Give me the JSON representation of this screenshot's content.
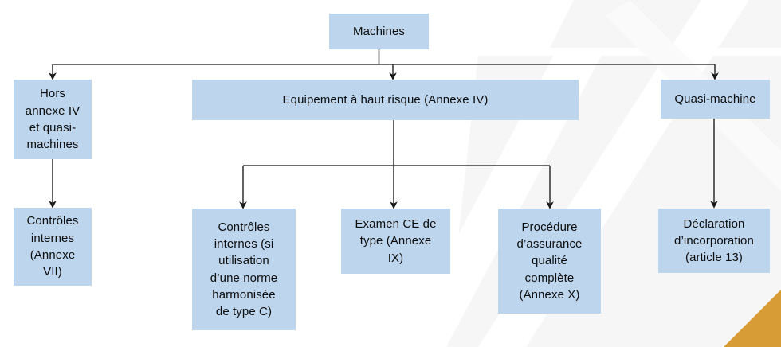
{
  "diagram": {
    "title_node": {
      "id": "machines",
      "label": "Machines"
    },
    "level2": [
      {
        "id": "hors",
        "label": "Hors\nannexe IV\net  quasi-\nmachines"
      },
      {
        "id": "equip",
        "label": "Equipement à haut risque (Annexe IV)"
      },
      {
        "id": "quasi",
        "label": "Quasi-machine"
      }
    ],
    "level3": [
      {
        "id": "ctrl-int",
        "label": "Contrôles\ninternes\n(Annexe\nVII)"
      },
      {
        "id": "ctrl-norme",
        "label": "Contrôles\ninternes (si\nutilisation\nd’une norme\nharmonisée\nde type C)"
      },
      {
        "id": "examen",
        "label": "Examen CE de\ntype (Annexe\nIX)"
      },
      {
        "id": "proc",
        "label": "Procédure\nd’assurance\nqualité\ncomplète\n(Annexe X)"
      },
      {
        "id": "decl",
        "label": "Déclaration\nd’incorporation\n(article 13)"
      }
    ],
    "colors": {
      "node_fill": "#bdd6ee",
      "node_text": "#0d0d0d",
      "connector": "#3b3b3b",
      "corner_accent": "#d79c35",
      "background": "#ffffff",
      "watermark": "#f5f5f5"
    }
  }
}
